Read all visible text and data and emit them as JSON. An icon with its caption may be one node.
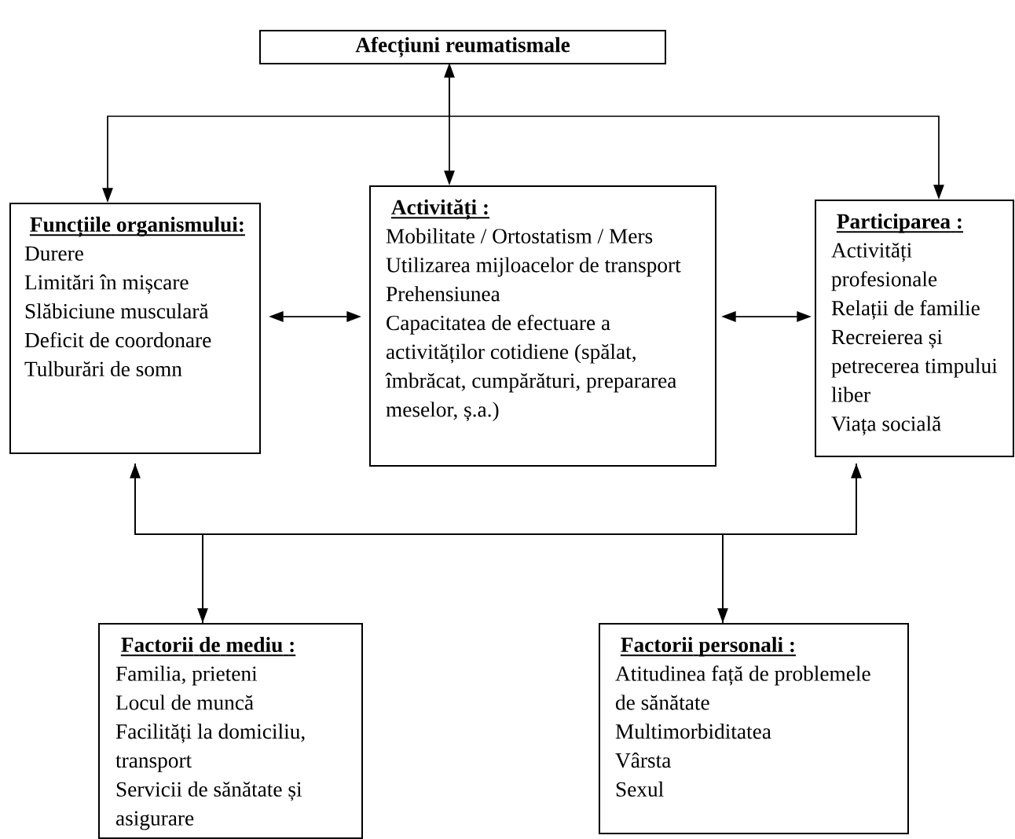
{
  "diagram": {
    "nodes": [
      {
        "text": [
          "Afecțiuni reumatismale"
        ]
      },
      {
        "text": [
          "Funcțiile organismului:",
          "Durere",
          "Limitări în mișcare",
          "Slăbiciune musculară",
          "Deficit de coordonare",
          "Tulburări de somn"
        ]
      },
      {
        "text": [
          "Activități :",
          "Mobilitate / Ortostatism / Mers",
          "Utilizarea mijloacelor de transport",
          "Prehensiunea",
          "Capacitatea de efectuare a activităților cotidiene (spălat, îmbrăcat, cumpărături, prepararea meselor, ș.a.)"
        ]
      },
      {
        "text": [
          "Participarea :",
          "Activități profesionale",
          "Relații de familie",
          "Recreierea și petrecerea timpului liber",
          "Viața socială"
        ]
      },
      {
        "text": [
          "Factorii de mediu :",
          "Familia, prieteni",
          "Locul de muncă",
          "Facilități la domiciliu, transport",
          "Servicii de sănătate și asigurare"
        ]
      },
      {
        "text": [
          "Factorii personali :",
          "Atitudinea față de problemele de sănătate",
          "Multimorbiditatea",
          "Vârsta",
          "Sexul"
        ]
      }
    ],
    "edges": [
      {
        "from": 0,
        "to": 2,
        "arrow": "both"
      },
      {
        "from": 0,
        "to": 1,
        "arrow": "to"
      },
      {
        "from": 0,
        "to": 3,
        "arrow": "to"
      },
      {
        "from": 1,
        "to": 2,
        "arrow": "both"
      },
      {
        "from": 2,
        "to": 3,
        "arrow": "both"
      },
      {
        "from": 1,
        "to": 4,
        "arrow": "both"
      },
      {
        "from": 1,
        "to": 5,
        "arrow": "to"
      },
      {
        "from": 4,
        "to": 3,
        "arrow": "to"
      },
      {
        "from": 3,
        "to": 5,
        "arrow": "none"
      }
    ]
  }
}
